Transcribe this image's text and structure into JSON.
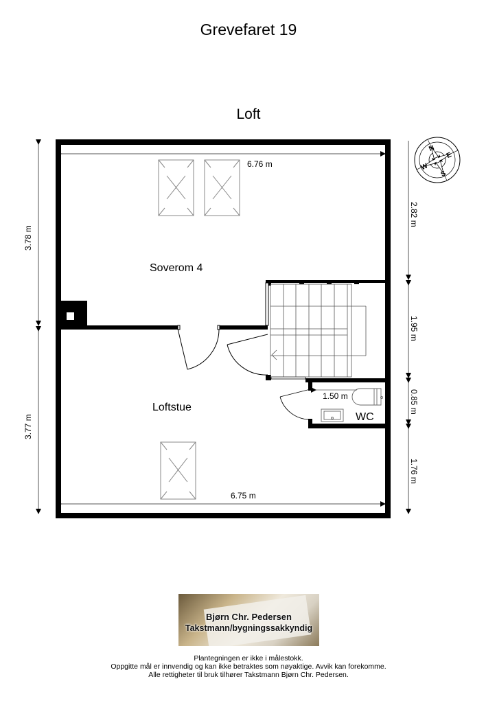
{
  "header": {
    "title": "Grevefaret 19",
    "floor": "Loft"
  },
  "rooms": [
    {
      "name": "Soverom 4"
    },
    {
      "name": "Loftstue"
    },
    {
      "name": "WC"
    }
  ],
  "dimensions": {
    "top_width": "6.76 m",
    "bottom_width": "6.75 m",
    "left_upper": "3.78 m",
    "left_lower": "3.77 m",
    "right_1": "2.82 m",
    "right_2": "1.95 m",
    "right_3": "0.85 m",
    "right_4": "1.76 m",
    "wc_width": "1.50 m"
  },
  "compass": {
    "n": "N",
    "e": "E",
    "s": "S",
    "w": "W"
  },
  "logo": {
    "line1": "Bjørn Chr. Pedersen",
    "line2": "Takstmann/bygningssakkyndig"
  },
  "footer": {
    "line1": "Plantegningen er ikke i målestokk.",
    "line2": "Oppgitte mål er innvendig og kan ikke betraktes som nøyaktige. Avvik kan forekomme.",
    "line3": "Alle rettigheter til bruk tilhører Takstmann Bjørn Chr. Pedersen."
  },
  "colors": {
    "wall": "#000000",
    "dim_line": "#555555",
    "fixture": "#888888"
  }
}
